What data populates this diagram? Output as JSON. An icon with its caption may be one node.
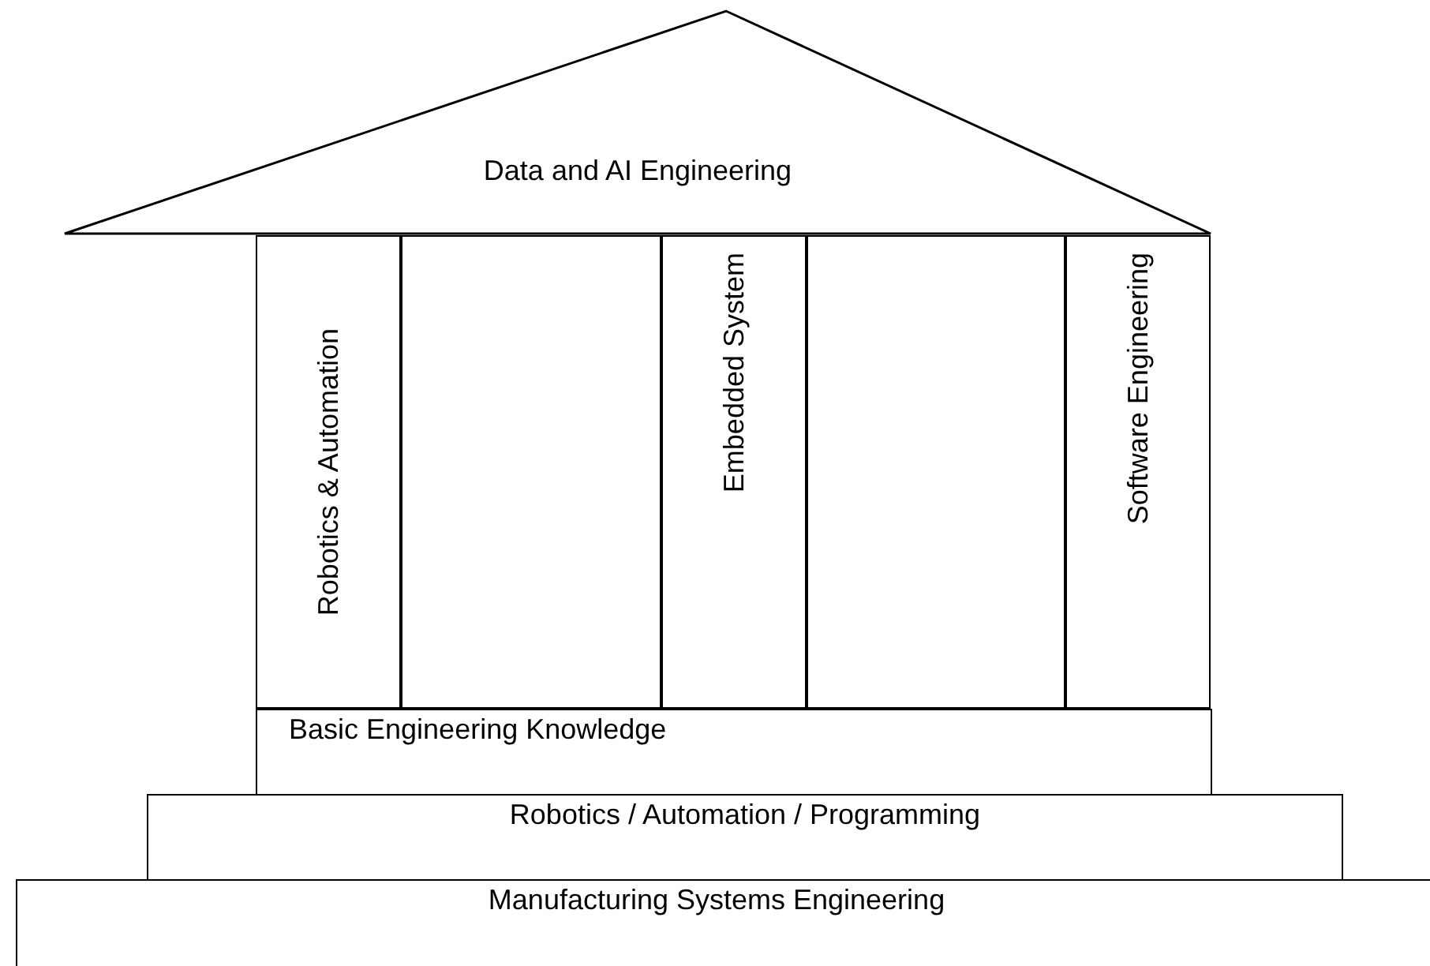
{
  "diagram": {
    "nodes": [
      {
        "text": [
          "Data and AI Engineering"
        ]
      },
      {
        "text": [
          "Robotics & Automation"
        ]
      },
      {
        "text": [],
        "shape": "box"
      },
      {
        "text": [
          "Embedded System"
        ]
      },
      {
        "text": [],
        "shape": "box"
      },
      {
        "text": [
          "Software Engineering"
        ]
      },
      {
        "text": [
          "Basic Engineering Knowledge"
        ]
      },
      {
        "text": [
          "Robotics / Automation / Programming"
        ]
      },
      {
        "text": [
          "Manufacturing Systems Engineering"
        ]
      }
    ]
  }
}
